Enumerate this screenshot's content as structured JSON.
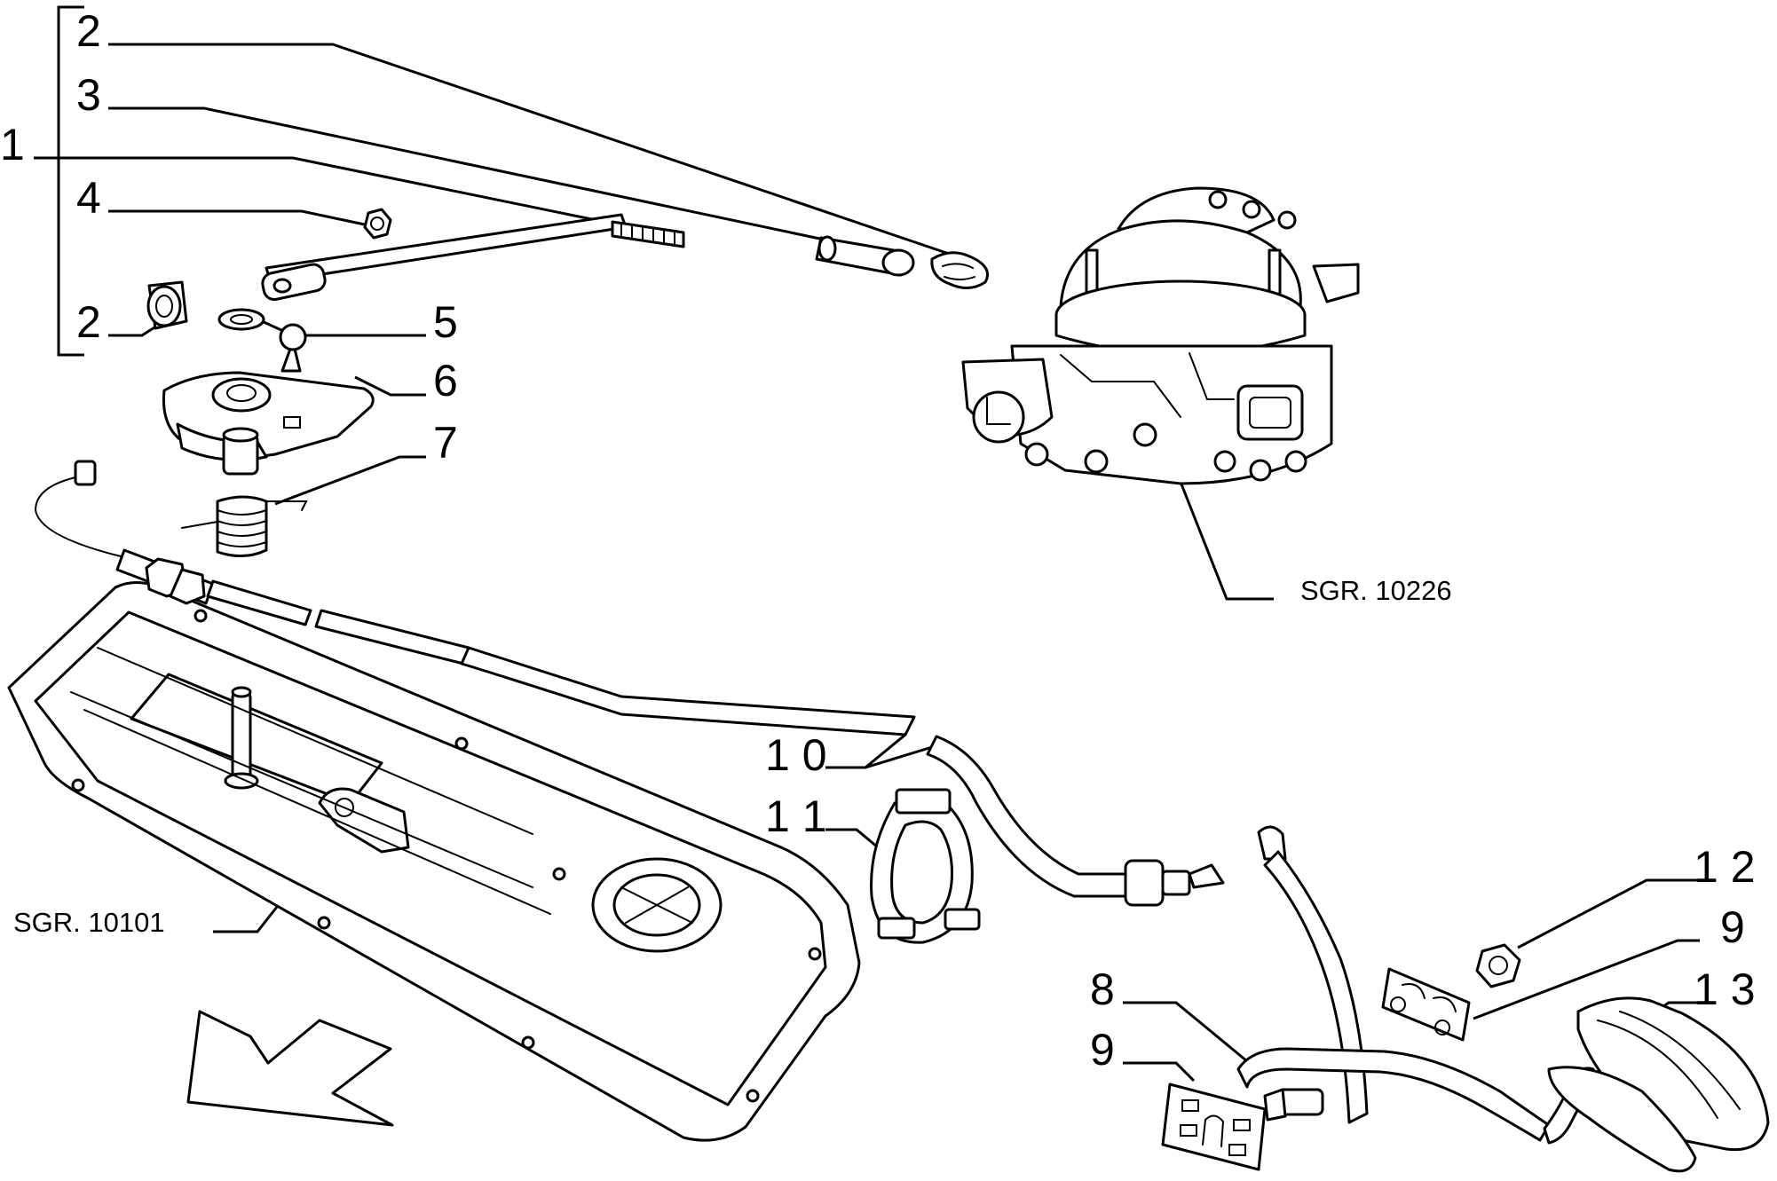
{
  "callouts": {
    "c2a": "2",
    "c3": "3",
    "c1": "1",
    "c4": "4",
    "c2b": "2",
    "c5": "5",
    "c6": "6",
    "c7": "7",
    "c10": "1 0",
    "c11": "1 1",
    "c12": "1 2",
    "c9a": "9",
    "c13": "1 3",
    "c8": "8",
    "c9b": "9"
  },
  "references": {
    "carburetor": "SGR. 10226",
    "valve_cover": "SGR. 10101"
  }
}
